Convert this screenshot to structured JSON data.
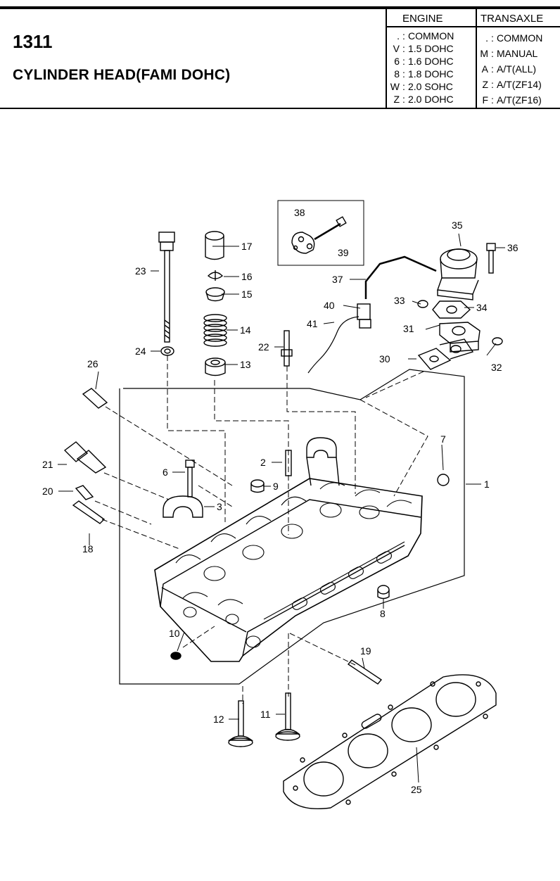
{
  "header": {
    "page_number": "1311",
    "title": "CYLINDER HEAD(FAMI DOHC)"
  },
  "legend": {
    "engine": {
      "heading": "ENGINE",
      "rows": [
        {
          "code": ".",
          "label": "COMMON"
        },
        {
          "code": "V",
          "label": "1.5 DOHC"
        },
        {
          "code": "6",
          "label": "1.6 DOHC"
        },
        {
          "code": "8",
          "label": "1.8 DOHC"
        },
        {
          "code": "W",
          "label": "2.0 SOHC"
        },
        {
          "code": "Z",
          "label": "2.0 DOHC"
        }
      ]
    },
    "transaxle": {
      "heading": "TRANSAXLE",
      "rows": [
        {
          "code": ".",
          "label": "COMMON"
        },
        {
          "code": "M",
          "label": "MANUAL"
        },
        {
          "code": "A",
          "label": "A/T(ALL)"
        },
        {
          "code": "Z",
          "label": "A/T(ZF14)"
        },
        {
          "code": "F",
          "label": "A/T(ZF16)"
        }
      ]
    }
  },
  "callouts": [
    "1",
    "2",
    "3",
    "6",
    "7",
    "8",
    "9",
    "10",
    "11",
    "12",
    "13",
    "14",
    "15",
    "16",
    "17",
    "18",
    "19",
    "20",
    "21",
    "22",
    "23",
    "24",
    "25",
    "26",
    "30",
    "31",
    "32",
    "33",
    "34",
    "35",
    "36",
    "37",
    "38",
    "39",
    "40",
    "41"
  ]
}
